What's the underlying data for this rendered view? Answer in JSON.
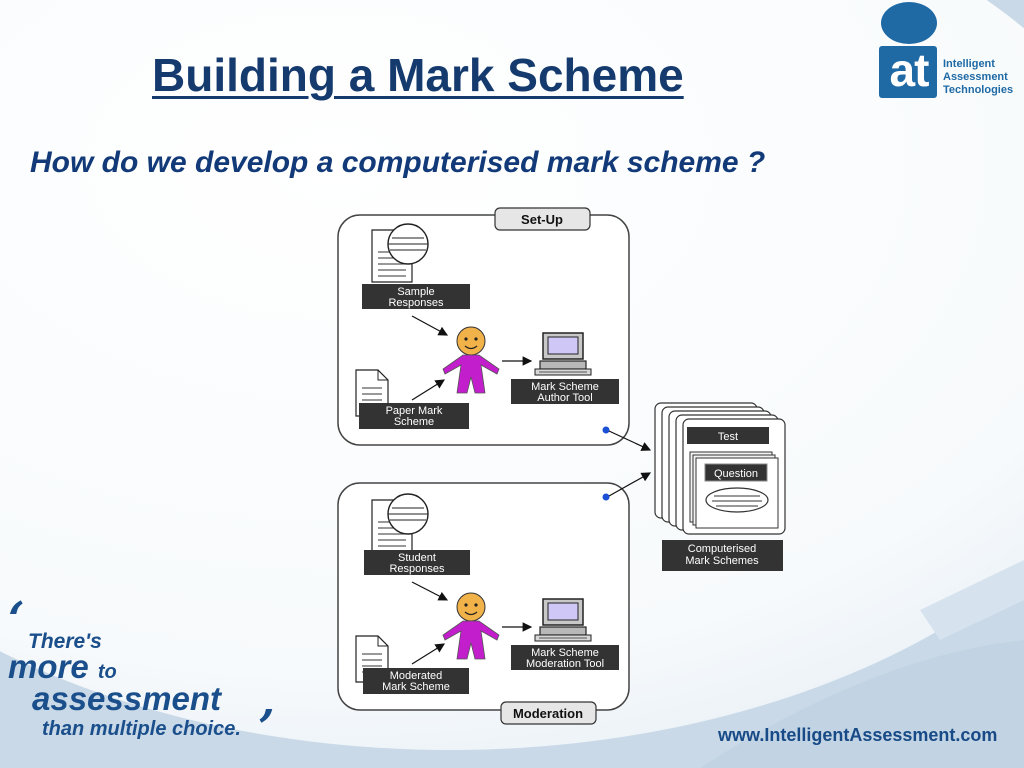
{
  "slide": {
    "title": "Building a Mark Scheme",
    "subtitle": "How do we develop a computerised mark scheme ?"
  },
  "logo": {
    "mark": "at",
    "lines": [
      "Intelligent",
      "Assessment",
      "Technologies"
    ]
  },
  "diagram": {
    "setup_panel": {
      "header": "Set-Up",
      "sample_responses": [
        "Sample",
        "Responses"
      ],
      "paper_mark_scheme": [
        "Paper Mark",
        "Scheme"
      ],
      "author_tool": [
        "Mark Scheme",
        "Author Tool"
      ]
    },
    "moderation_panel": {
      "header": "Moderation",
      "student_responses": [
        "Student",
        "Responses"
      ],
      "moderated_mark_scheme": [
        "Moderated",
        "Mark Scheme"
      ],
      "moderation_tool": [
        "Mark Scheme",
        "Moderation Tool"
      ]
    },
    "output": {
      "test_label": "Test",
      "question_label": "Question",
      "caption": [
        "Computerised",
        "Mark Schemes"
      ]
    }
  },
  "slogan": {
    "line1": "There's",
    "line2": "more",
    "line2_small": "to",
    "line3": "assessment",
    "line4": "than multiple choice."
  },
  "footer": {
    "url": "www.IntelligentAssessment.com"
  },
  "colors": {
    "title": "#143a6e",
    "brand": "#1f6aa5",
    "figure": "#c21ecc",
    "label_bg": "#333333"
  }
}
